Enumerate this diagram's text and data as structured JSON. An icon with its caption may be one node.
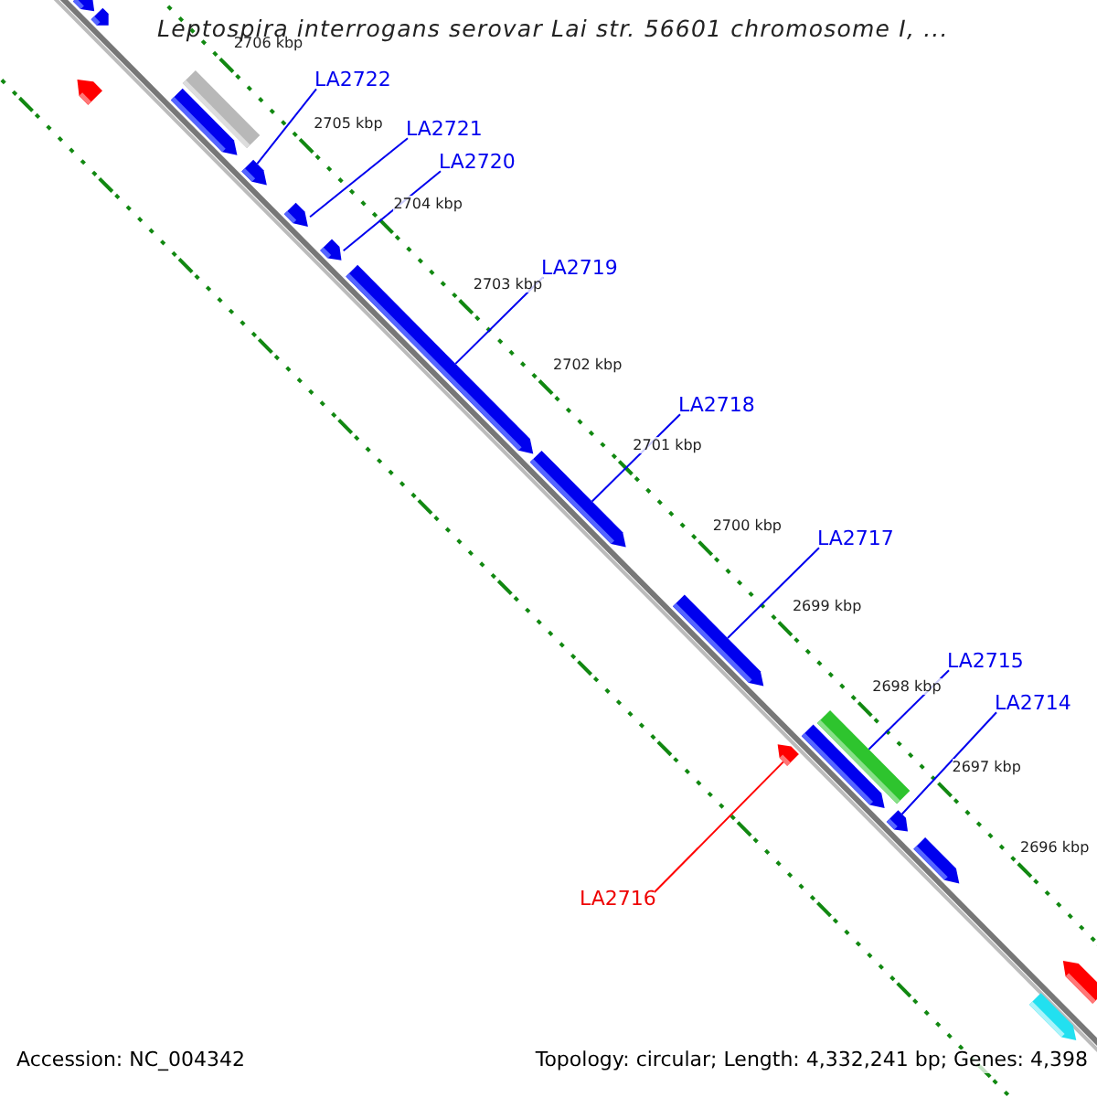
{
  "diagram": {
    "title": "Leptospira interrogans serovar Lai str. 56601 chromosome I, ...",
    "nodes": [
      {
        "text": [
          "LA2722"
        ]
      },
      {
        "text": [
          "LA2721"
        ]
      },
      {
        "text": [
          "LA2720"
        ]
      },
      {
        "text": [
          "LA2719"
        ]
      },
      {
        "text": [
          "LA2718"
        ]
      },
      {
        "text": [
          "LA2717"
        ]
      },
      {
        "text": [
          "LA2715"
        ]
      },
      {
        "text": [
          "LA2714"
        ]
      },
      {
        "text": [
          "LA2716"
        ]
      },
      {
        "text": [],
        "shape": "bar"
      },
      {
        "text": [],
        "shape": "bar"
      },
      {
        "text": [],
        "shape": "bar"
      },
      {
        "text": [],
        "shape": "bar"
      },
      {
        "text": [],
        "shape": "bar"
      },
      {
        "text": [],
        "shape": "bar"
      },
      {
        "text": [],
        "shape": "bar"
      },
      {
        "text": [],
        "shape": "bar"
      },
      {
        "text": [],
        "shape": "bar"
      },
      {
        "text": [],
        "shape": "bar"
      },
      {
        "text": [],
        "shape": "bar"
      },
      {
        "text": [],
        "shape": "bar"
      },
      {
        "text": [],
        "shape": "bar"
      },
      {
        "text": [],
        "shape": "bar"
      },
      {
        "text": [],
        "shape": "bar"
      },
      {
        "text": [],
        "shape": "bar"
      },
      {
        "text": [],
        "shape": "bar"
      },
      {
        "text": [],
        "shape": "bar"
      }
    ],
    "edges": [
      {
        "from": 0,
        "to": 14,
        "arrow": "none"
      },
      {
        "from": 1,
        "to": 15,
        "arrow": "none"
      },
      {
        "from": 2,
        "to": 16,
        "arrow": "none"
      },
      {
        "from": 3,
        "to": 17,
        "arrow": "none"
      },
      {
        "from": 4,
        "to": 18,
        "arrow": "none"
      },
      {
        "from": 5,
        "to": 19,
        "arrow": "none"
      },
      {
        "from": 6,
        "to": 22,
        "arrow": "none"
      },
      {
        "from": 7,
        "to": 23,
        "arrow": "none"
      },
      {
        "from": 8,
        "to": 20,
        "arrow": "none",
        "color": "#ff0000"
      }
    ],
    "labels": [
      "2706 kbp",
      "2705 kbp",
      "2704 kbp",
      "2703 kbp",
      "2702 kbp",
      "2701 kbp",
      "2700 kbp",
      "2699 kbp",
      "2698 kbp",
      "2697 kbp",
      "2696 kbp",
      "Accession: NC_004342",
      "Topology: circular; Length: 4,332,241 bp; Genes: 4,398"
    ]
  }
}
